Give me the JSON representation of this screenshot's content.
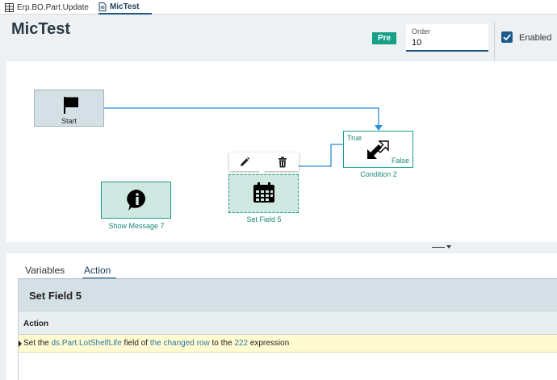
{
  "tabs": [
    {
      "label": "Erp.BO.Part.Update",
      "icon": "table-icon",
      "active": false
    },
    {
      "label": "MicTest",
      "icon": "document-icon",
      "active": true
    }
  ],
  "header": {
    "title": "MicTest",
    "badge": "Pre",
    "order_label": "Order",
    "order_value": "10",
    "enabled_label": "Enabled",
    "enabled_checked": true
  },
  "colors": {
    "accent": "#16a085",
    "primary": "#1d5a8a",
    "wire": "#2a8fd6",
    "link": "#2e7aa8"
  },
  "nodes": {
    "start": {
      "label": "Start",
      "icon": "flag-icon"
    },
    "condition": {
      "label": "Condition 2",
      "true_label": "True",
      "false_label": "False",
      "icon": "split-arrows-icon"
    },
    "set_field": {
      "label": "Set Field 5",
      "icon": "calendar-icon"
    },
    "show_message": {
      "label": "Show Message 7",
      "icon": "info-bubble-icon"
    }
  },
  "node_toolbar": {
    "edit_icon": "pencil-icon",
    "delete_icon": "trash-icon"
  },
  "bottom_tabs": [
    {
      "label": "Variables",
      "active": false
    },
    {
      "label": "Action",
      "active": true
    }
  ],
  "panel": {
    "title": "Set Field 5",
    "column_header": "Action",
    "action_row": {
      "p1": "Set the",
      "field": "ds.Part.LotShelfLife",
      "p2": "field of",
      "row": "the changed row",
      "p3": "to the",
      "expr": "222",
      "p4": "expression"
    }
  }
}
